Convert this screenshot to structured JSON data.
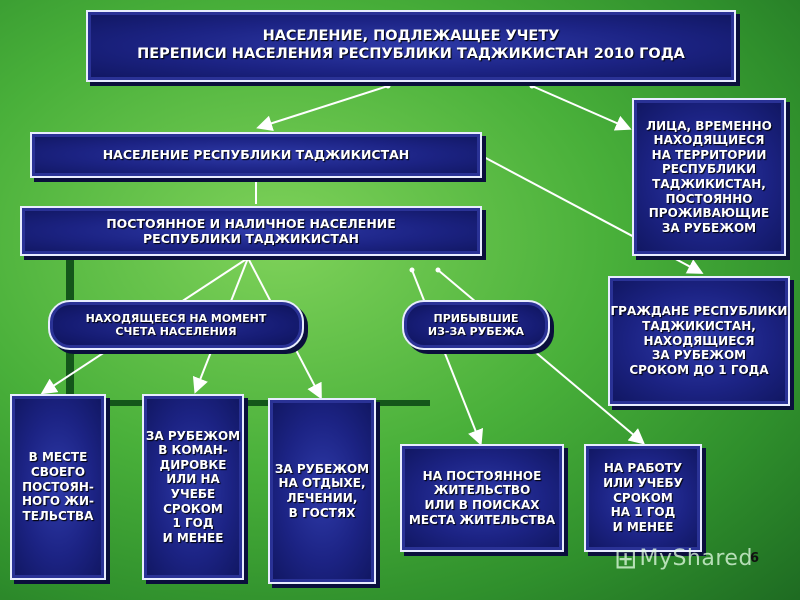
{
  "boxes": {
    "title": "НАСЕЛЕНИЕ, ПОДЛЕЖАЩЕЕ УЧЕТУ\nПЕРЕПИСИ НАСЕЛЕНИЯ РЕСПУБЛИКИ ТАДЖИКИСТАН 2010 ГОДА",
    "population": "НАСЕЛЕНИЕ РЕСПУБЛИКИ ТАДЖИКИСТАН",
    "permanent": "ПОСТОЯННОЕ И НАЛИЧНОЕ НАСЕЛЕНИЕ\nРЕСПУБЛИКИ ТАДЖИКИСТАН",
    "temporary": "ЛИЦА, ВРЕМЕННО\nНАХОДЯЩИЕСЯ\nНА ТЕРРИТОРИИ\nРЕСПУБЛИКИ\nТАДЖИКИСТАН,\nПОСТОЯННО\nПРОЖИВАЮЩИЕ\nЗА РУБЕЖОМ",
    "present": "НАХОДЯЩЕЕСЯ НА МОМЕНТ\nСЧЕТА НАСЕЛЕНИЯ",
    "arrived": "ПРИБЫВШИЕ\nИЗ-ЗА РУБЕЖА",
    "citizens_abroad": "ГРАЖДАНЕ РЕСПУБЛИКИ\nТАДЖИКИСТАН,\nНАХОДЯЩИЕСЯ\nЗА РУБЕЖОМ\nСРОКОМ ДО 1  ГОДА",
    "residence": "В МЕСТЕ\nСВОЕГО\nПОСТОЯН-\nНОГО ЖИ-\nТЕЛЬСТВА",
    "business_trip": "ЗА РУБЕЖОМ\nВ КОМАН-\nДИРОВКЕ\nИЛИ НА\nУЧЕБЕ\nСРОКОМ\n1 ГОД\nИ МЕНЕЕ",
    "vacation": "ЗА РУБЕЖОМ\nНА ОТДЫХЕ,\nЛЕЧЕНИИ,\nВ ГОСТЯХ",
    "permanent_residence": "НА ПОСТОЯННОЕ\nЖИТЕЛЬСТВО\nИЛИ В ПОИСКАХ\nМЕСТА ЖИТЕЛЬСТВА",
    "work_study": "НА РАБОТУ\nИЛИ УЧЕБУ\nСРОКОМ\nНА 1 ГОД\nИ МЕНЕЕ"
  },
  "page_number": "6",
  "watermark": "MyShared",
  "colors": {
    "box_fill": "#1c2384",
    "background": "#49b03a",
    "arrow": "#ffffff"
  }
}
